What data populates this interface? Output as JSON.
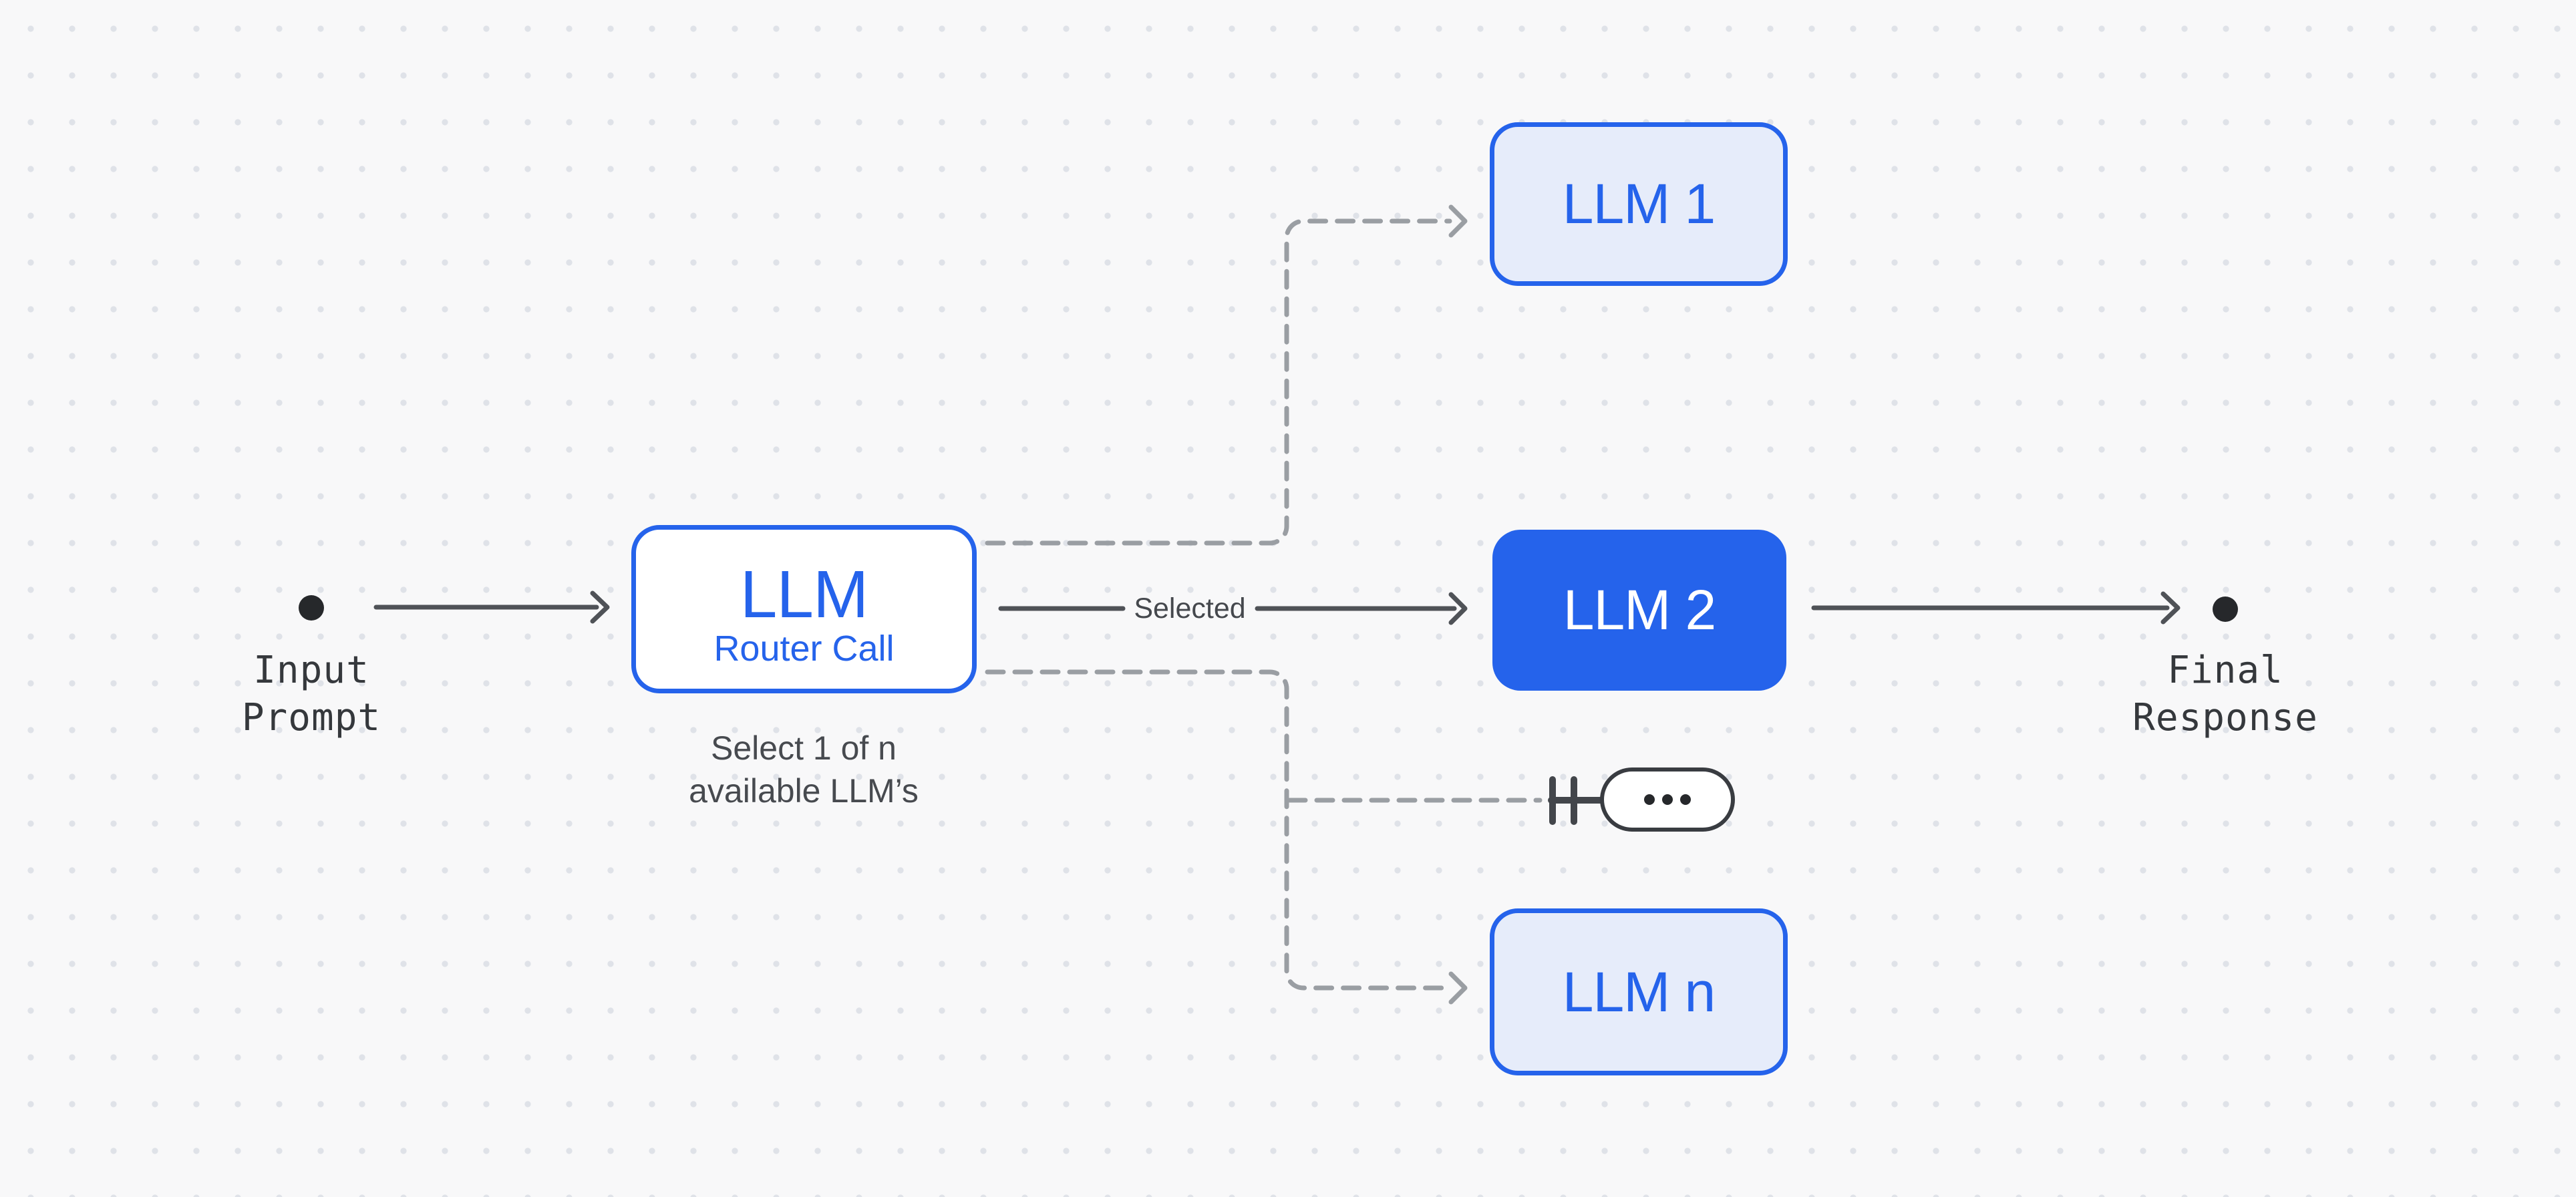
{
  "colors": {
    "background": "#F8F8F9",
    "grid_dot": "#DFE2E8",
    "accent_blue": "#2563EB",
    "light_blue_fill": "#E6ECFA",
    "solid_line_gray": "#4F5257",
    "dashed_line_gray": "#9A9EA3",
    "terminal_dot_black": "#26282B",
    "mono_text": "#35383C",
    "caption_gray": "#474A4F"
  },
  "icons": {
    "start_terminal": "flow-start-dot-icon",
    "end_terminal": "flow-end-dot-icon",
    "ellipsis": "ellipsis-icon",
    "blocked_connector": "blocked-connector-icon",
    "arrowhead": "arrowhead-chevron-icon"
  },
  "input": {
    "line1": "Input",
    "line2": "Prompt"
  },
  "router": {
    "title": "LLM",
    "subtitle": "Router Call",
    "caption1": "Select 1 of n",
    "caption2": "available LLM’s"
  },
  "selected_edge": {
    "label": "Selected"
  },
  "nodes": [
    {
      "id": "llm1",
      "label": "LLM 1",
      "variant": "outline"
    },
    {
      "id": "llm2",
      "label": "LLM 2",
      "variant": "filled"
    },
    {
      "id": "llmn",
      "label": "LLM n",
      "variant": "outline"
    }
  ],
  "ellipsis_node": {
    "dot_count": 3
  },
  "output": {
    "line1": "Final",
    "line2": "Response"
  }
}
